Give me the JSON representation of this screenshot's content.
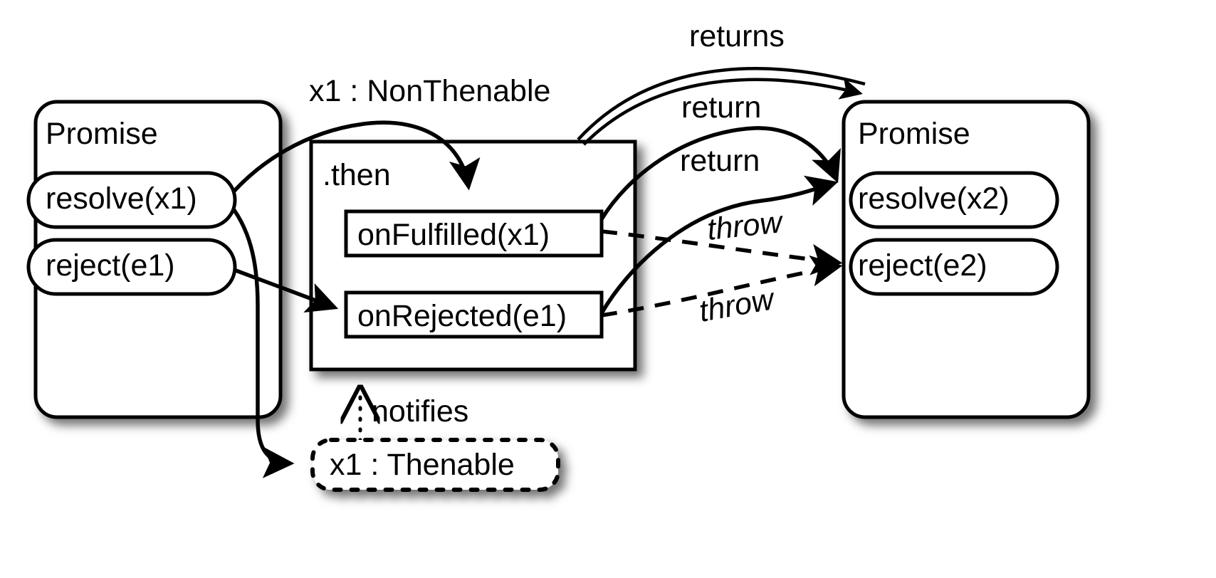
{
  "diagram": {
    "title": "Promise .then resolution diagram",
    "colors": {
      "stroke": "#000000",
      "fill": "#ffffff",
      "shadow": "#aaaaaa"
    },
    "nodes": {
      "promise_left": {
        "label": "Promise",
        "methods": [
          {
            "name": "resolve-x1",
            "label": "resolve(x1)"
          },
          {
            "name": "reject-e1",
            "label": "reject(e1)"
          }
        ]
      },
      "then_block": {
        "label": ".then",
        "handlers": [
          {
            "name": "on-fulfilled",
            "label": "onFulfilled(x1)"
          },
          {
            "name": "on-rejected",
            "label": "onRejected(e1)"
          }
        ]
      },
      "promise_right": {
        "label": "Promise",
        "methods": [
          {
            "name": "resolve-x2",
            "label": "resolve(x2)"
          },
          {
            "name": "reject-e2",
            "label": "reject(e2)"
          }
        ]
      },
      "thenable": {
        "label": "x1 : Thenable",
        "style": "dashed-rounded"
      }
    },
    "edges": [
      {
        "name": "edge-nonthenable",
        "label": "x1 : NonThenable",
        "style": "solid",
        "from": "resolve(x1)",
        "to": "onFulfilled(x1)"
      },
      {
        "name": "edge-returns",
        "label": "returns",
        "style": "double",
        "from": ".then",
        "to": "Promise (right)"
      },
      {
        "name": "edge-return-fulfilled",
        "label": "return",
        "style": "solid",
        "from": "onFulfilled(x1)",
        "to": "resolve(x2)"
      },
      {
        "name": "edge-return-rejected",
        "label": "return",
        "style": "solid",
        "from": "onRejected(e1)",
        "to": "resolve(x2)"
      },
      {
        "name": "edge-throw-fulfilled",
        "label": "throw",
        "style": "dashed-italic",
        "from": "onFulfilled(x1)",
        "to": "reject(e2)"
      },
      {
        "name": "edge-throw-rejected",
        "label": "throw",
        "style": "dashed-italic",
        "from": "onRejected(e1)",
        "to": "reject(e2)"
      },
      {
        "name": "edge-reject-to-onrejected",
        "label": "",
        "style": "solid",
        "from": "reject(e1)",
        "to": "onRejected(e1)"
      },
      {
        "name": "edge-resolve-to-thenable",
        "label": "",
        "style": "solid",
        "from": "resolve(x1)",
        "to": "x1 : Thenable"
      },
      {
        "name": "edge-notifies",
        "label": "notifies",
        "style": "dotted",
        "from": "x1 : Thenable",
        "to": ".then"
      }
    ]
  }
}
